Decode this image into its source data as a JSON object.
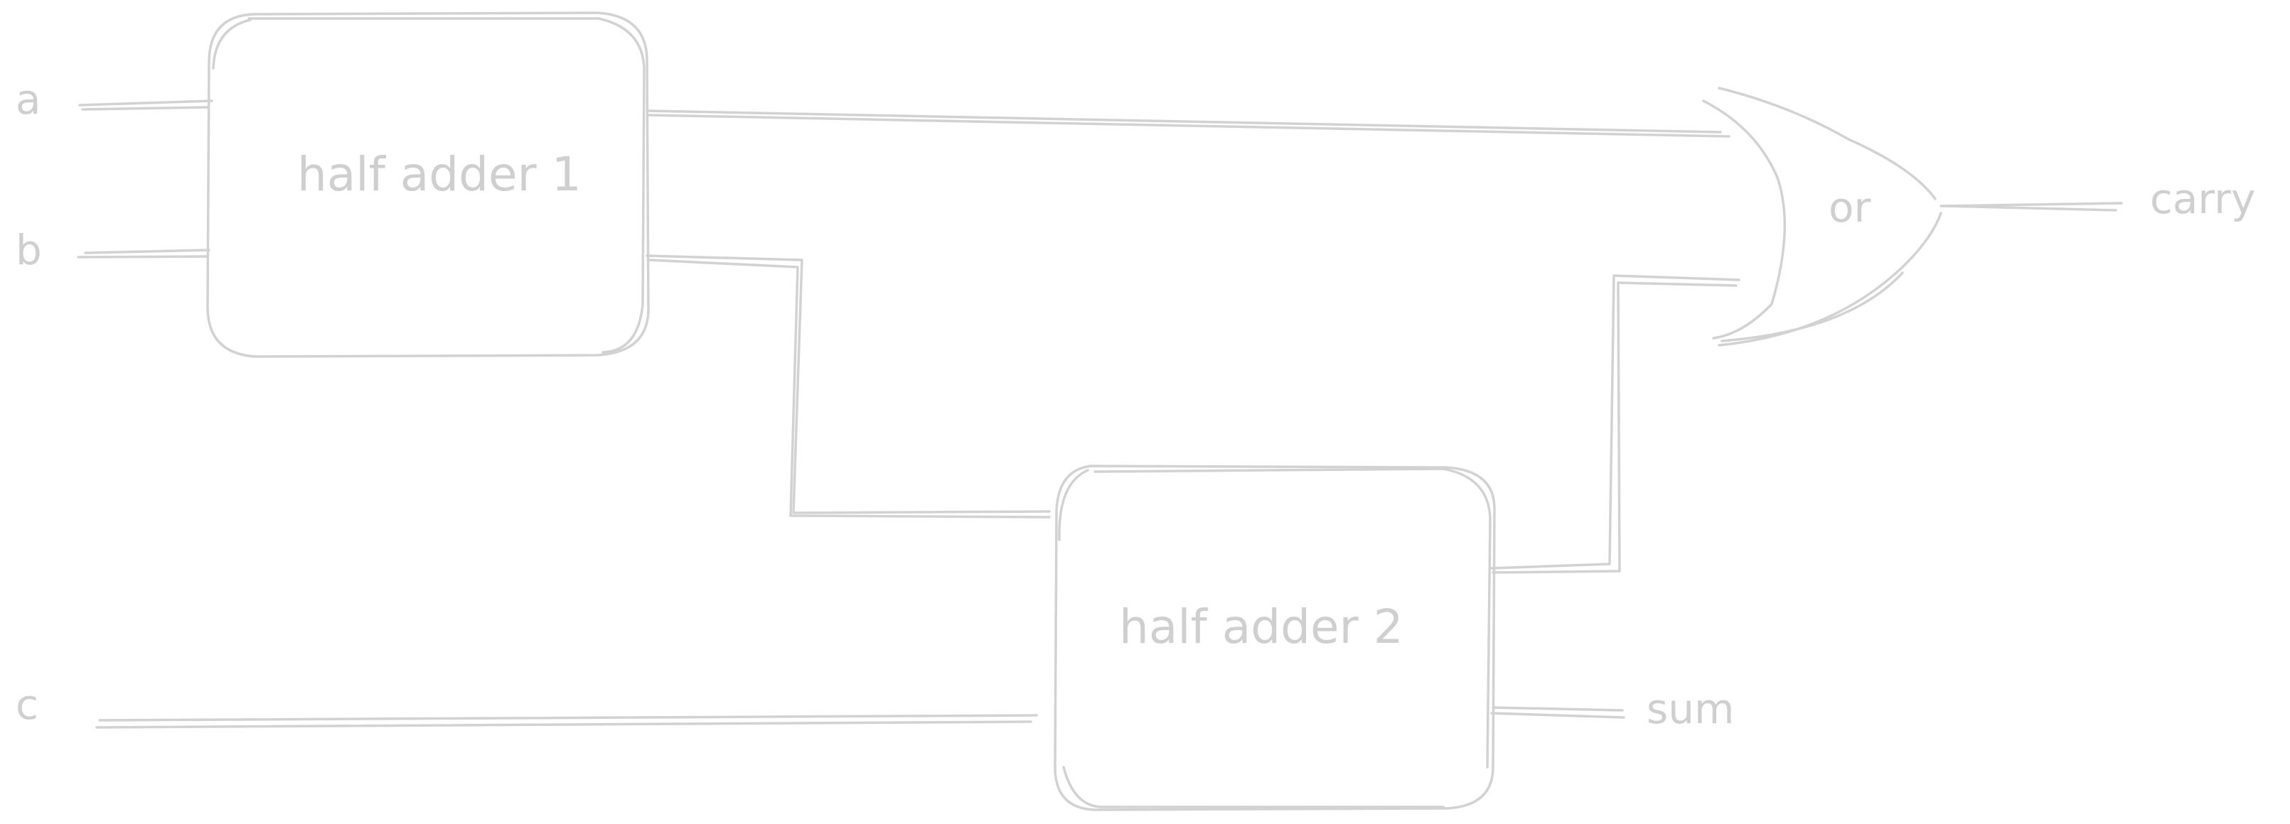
{
  "diagram": {
    "inputs": {
      "a": "a",
      "b": "b",
      "c": "c"
    },
    "blocks": {
      "half_adder_1": "half adder 1",
      "half_adder_2": "half adder 2"
    },
    "gate": {
      "label": "or"
    },
    "outputs": {
      "carry": "carry",
      "sum": "sum"
    },
    "colors": {
      "stroke": "#d2d2d2",
      "text": "#cfcfcf",
      "background": "#ffffff"
    }
  }
}
